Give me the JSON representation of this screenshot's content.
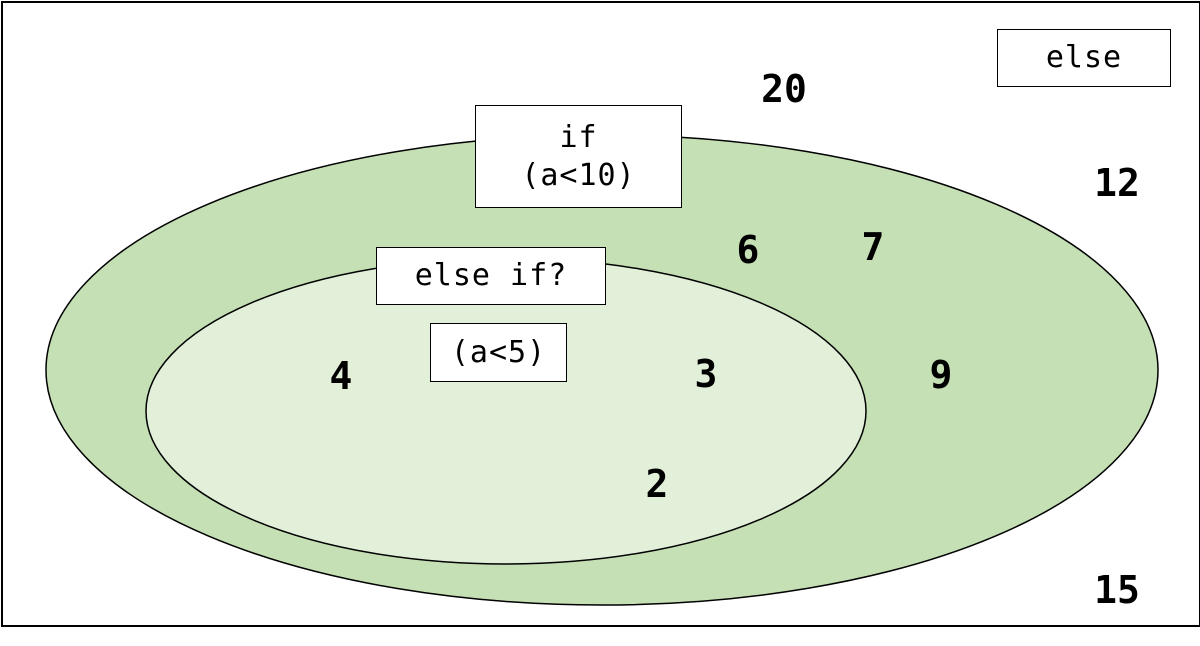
{
  "colors": {
    "outer_fill": "#c5e0b4",
    "inner_fill": "#e2f0d9",
    "stroke": "#000000",
    "background": "#ffffff"
  },
  "labels": {
    "else": "else",
    "if": "if\n(a<10)",
    "else_if": "else if?",
    "cond_inner": "(a<5)"
  },
  "numbers": {
    "n20": "20",
    "n12": "12",
    "n15": "15",
    "n6": "6",
    "n7": "7",
    "n9": "9",
    "n4": "4",
    "n3": "3",
    "n2": "2"
  }
}
